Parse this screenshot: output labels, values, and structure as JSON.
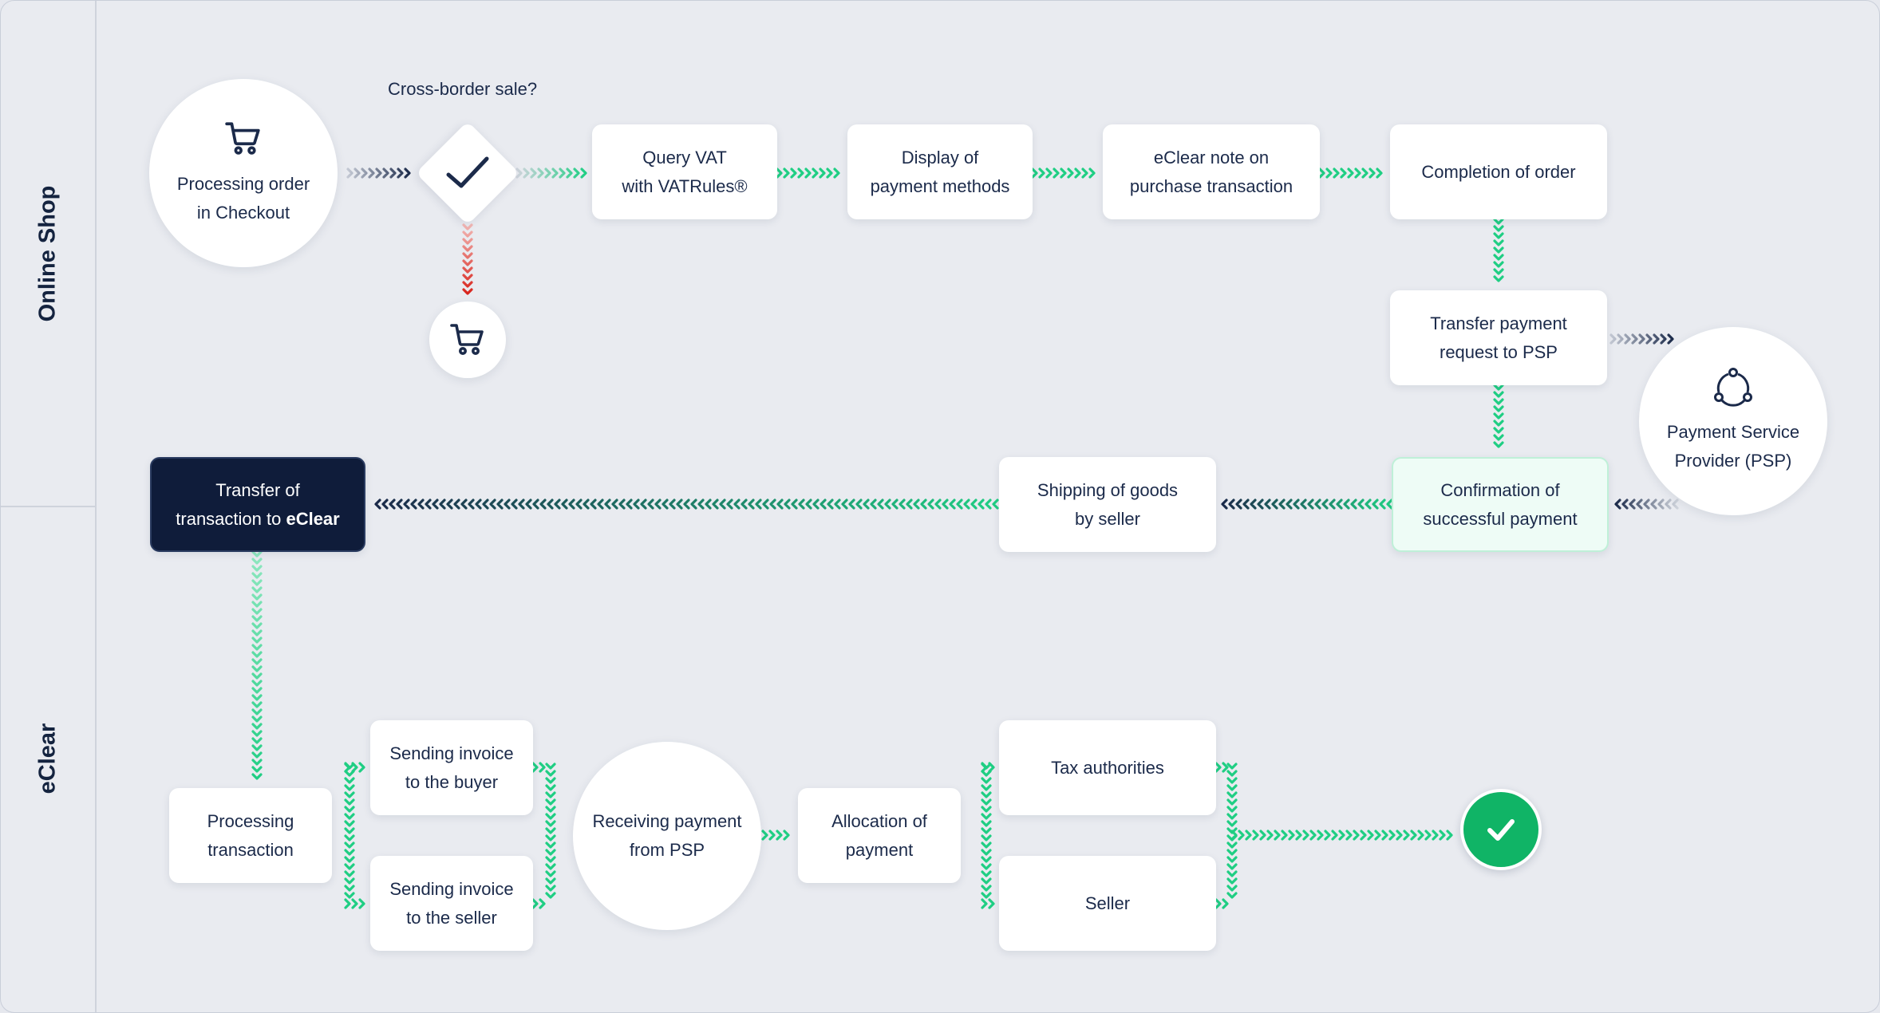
{
  "lanes": {
    "online_shop": "Online Shop",
    "eclear": "eClear"
  },
  "decision": {
    "label": "Cross-border sale?"
  },
  "nodes": {
    "checkout": "Processing order\nin Checkout",
    "query_vat": "Query VAT\nwith VATRules®",
    "display_payment": "Display of\npayment methods",
    "eclear_note": "eClear note on\npurchase transaction",
    "completion": "Completion of order",
    "transfer_payment": "Transfer payment\nrequest to PSP",
    "psp": "Payment Service\nProvider (PSP)",
    "confirmation": "Confirmation of\nsuccessful payment",
    "shipping": "Shipping of goods\nby seller",
    "transfer_eclear_1": "Transfer of\ntransaction to ",
    "transfer_eclear_2": "eClear",
    "processing": "Processing\ntransaction",
    "invoice_buyer": "Sending invoice\nto the buyer",
    "invoice_seller": "Sending invoice\nto the seller",
    "receiving": "Receiving payment\nfrom PSP",
    "allocation": "Allocation of\npayment",
    "tax": "Tax authorities",
    "seller": "Seller"
  },
  "icons": {
    "checkout": "cart-icon",
    "abandon": "cart-icon",
    "decision": "checkmark-icon",
    "psp": "psp-cycle-icon",
    "done": "check-circle-icon"
  },
  "colors": {
    "green": "#1fce83",
    "navy": "#1b2a4a",
    "red": "#e0403a",
    "success": "#10b466"
  }
}
